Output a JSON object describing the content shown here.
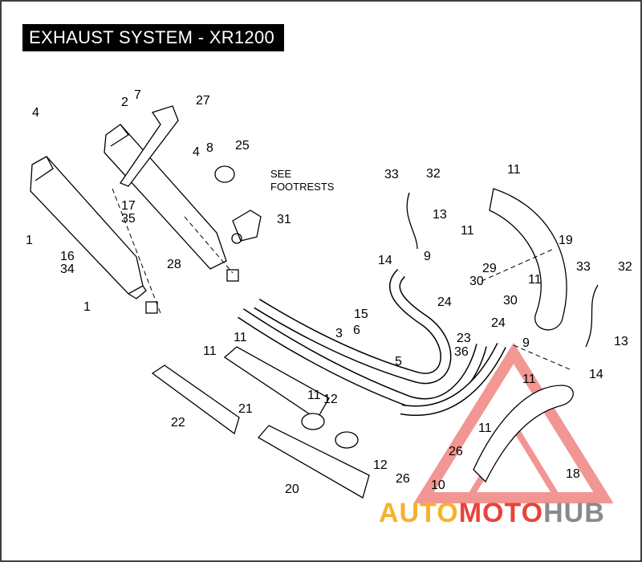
{
  "title": "EXHAUST SYSTEM - XR1200",
  "callouts": {
    "see_footrests": "SEE\nFOOTRESTS",
    "labels": [
      "1",
      "1",
      "2",
      "3",
      "4",
      "4",
      "5",
      "6",
      "7",
      "8",
      "9",
      "9",
      "10",
      "11",
      "11",
      "11",
      "11",
      "11",
      "11",
      "11",
      "11",
      "12",
      "12",
      "13",
      "13",
      "14",
      "14",
      "15",
      "16",
      "17",
      "18",
      "19",
      "20",
      "21",
      "22",
      "23",
      "24",
      "24",
      "25",
      "26",
      "26",
      "27",
      "28",
      "29",
      "30",
      "30",
      "31",
      "32",
      "32",
      "33",
      "33",
      "34",
      "35",
      "36"
    ]
  },
  "watermark": {
    "part1": "AUTO",
    "part2": "MOTO",
    "part3": "HUB",
    "colors": {
      "auto": "#f7b12c",
      "moto": "#e9423b",
      "hub": "#8a8a8a"
    }
  }
}
